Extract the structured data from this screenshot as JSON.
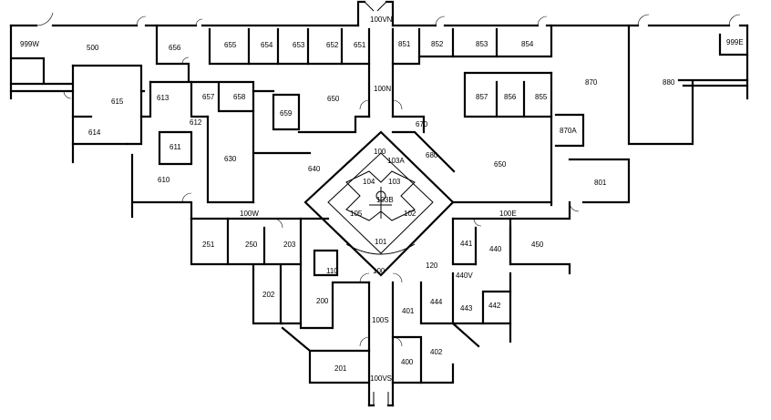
{
  "floorplan": {
    "rooms": [
      {
        "id": "r100vn",
        "label": "100VN"
      },
      {
        "id": "r999w",
        "label": "999W"
      },
      {
        "id": "r500",
        "label": "500"
      },
      {
        "id": "r656",
        "label": "656"
      },
      {
        "id": "r655",
        "label": "655"
      },
      {
        "id": "r654",
        "label": "654"
      },
      {
        "id": "r653",
        "label": "653"
      },
      {
        "id": "r652",
        "label": "652"
      },
      {
        "id": "r651",
        "label": "651"
      },
      {
        "id": "r851",
        "label": "851"
      },
      {
        "id": "r852",
        "label": "852"
      },
      {
        "id": "r853",
        "label": "853"
      },
      {
        "id": "r854",
        "label": "854"
      },
      {
        "id": "r999e",
        "label": "999E"
      },
      {
        "id": "r615",
        "label": "615"
      },
      {
        "id": "r613",
        "label": "613"
      },
      {
        "id": "r657",
        "label": "657"
      },
      {
        "id": "r658",
        "label": "658"
      },
      {
        "id": "r650w",
        "label": "650"
      },
      {
        "id": "r100n",
        "label": "100N"
      },
      {
        "id": "r857",
        "label": "857"
      },
      {
        "id": "r856",
        "label": "856"
      },
      {
        "id": "r855",
        "label": "855"
      },
      {
        "id": "r870",
        "label": "870"
      },
      {
        "id": "r880",
        "label": "880"
      },
      {
        "id": "r614",
        "label": "614"
      },
      {
        "id": "r612",
        "label": "612"
      },
      {
        "id": "r659",
        "label": "659"
      },
      {
        "id": "r670",
        "label": "670"
      },
      {
        "id": "r870a",
        "label": "870A"
      },
      {
        "id": "r611",
        "label": "611"
      },
      {
        "id": "r630",
        "label": "630"
      },
      {
        "id": "r640",
        "label": "640"
      },
      {
        "id": "r100",
        "label": "100"
      },
      {
        "id": "r680",
        "label": "680"
      },
      {
        "id": "r103a",
        "label": "103A"
      },
      {
        "id": "r650e",
        "label": "650"
      },
      {
        "id": "r610",
        "label": "610"
      },
      {
        "id": "r104",
        "label": "104"
      },
      {
        "id": "r103",
        "label": "103"
      },
      {
        "id": "r801",
        "label": "801"
      },
      {
        "id": "r103b",
        "label": "103B"
      },
      {
        "id": "r105",
        "label": "105"
      },
      {
        "id": "r102",
        "label": "102"
      },
      {
        "id": "r100w",
        "label": "100W"
      },
      {
        "id": "r100e",
        "label": "100E"
      },
      {
        "id": "r101",
        "label": "101"
      },
      {
        "id": "r251",
        "label": "251"
      },
      {
        "id": "r250",
        "label": "250"
      },
      {
        "id": "r203",
        "label": "203"
      },
      {
        "id": "r441",
        "label": "441"
      },
      {
        "id": "r440",
        "label": "440"
      },
      {
        "id": "r450",
        "label": "450"
      },
      {
        "id": "r110",
        "label": "110"
      },
      {
        "id": "r100s2",
        "label": "100"
      },
      {
        "id": "r120",
        "label": "120"
      },
      {
        "id": "r440v",
        "label": "440V"
      },
      {
        "id": "r202",
        "label": "202"
      },
      {
        "id": "r200",
        "label": "200"
      },
      {
        "id": "r444",
        "label": "444"
      },
      {
        "id": "r443",
        "label": "443"
      },
      {
        "id": "r442",
        "label": "442"
      },
      {
        "id": "r401",
        "label": "401"
      },
      {
        "id": "r100s",
        "label": "100S"
      },
      {
        "id": "r402",
        "label": "402"
      },
      {
        "id": "r400",
        "label": "400"
      },
      {
        "id": "r201",
        "label": "201"
      },
      {
        "id": "r100vs",
        "label": "100VS"
      }
    ]
  }
}
